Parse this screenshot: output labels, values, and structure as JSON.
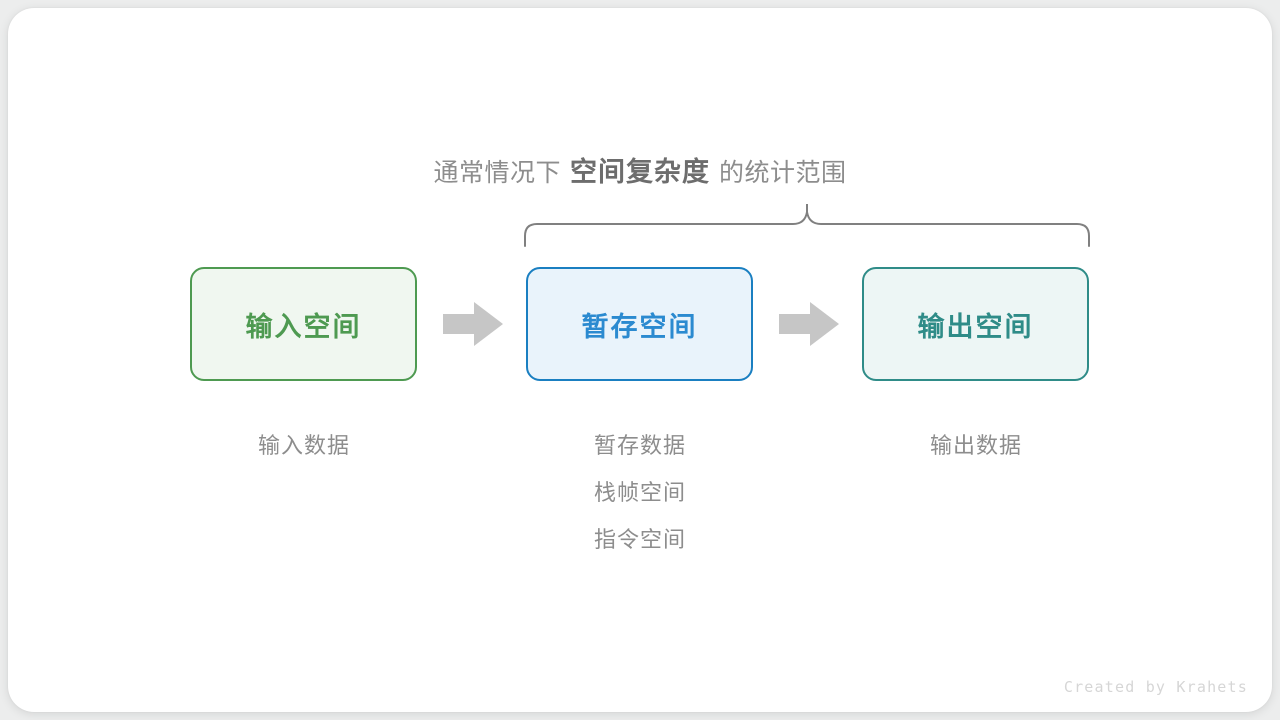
{
  "colors": {
    "page_background": "#eceded",
    "card_background": "#ffffff",
    "input_accent": "#4e9a51",
    "input_fill": "#f0f7f0",
    "temp_accent": "#1a7fc1",
    "temp_fill": "#e9f3fb",
    "output_accent": "#2f8c88",
    "output_fill": "#edf6f5",
    "arrow_gray": "#c6c6c6",
    "brace_gray": "#808080",
    "caption_gray": "#8d8d8d",
    "credit_gray": "#d6d6d6"
  },
  "heading": {
    "prefix": "通常情况下",
    "emphasis": "空间复杂度",
    "suffix": "的统计范围",
    "full_text": "通常情况下 空间复杂度 的统计范围"
  },
  "brace": {
    "name": "scope-brace",
    "spans": [
      "暂存空间",
      "输出空间"
    ],
    "orientation": "top"
  },
  "stages": [
    {
      "id": "input",
      "box_label": "输入空间",
      "captions": [
        "输入数据"
      ],
      "accent": "#4e9a51"
    },
    {
      "id": "temp",
      "box_label": "暂存空间",
      "captions": [
        "暂存数据",
        "栈帧空间",
        "指令空间"
      ],
      "accent": "#1a7fc1"
    },
    {
      "id": "output",
      "box_label": "输出空间",
      "captions": [
        "输出数据"
      ],
      "accent": "#2f8c88"
    }
  ],
  "arrows": [
    {
      "id": "arrow-input-to-temp",
      "glyph": "right-arrow"
    },
    {
      "id": "arrow-temp-to-output",
      "glyph": "right-arrow"
    }
  ],
  "credit": "Created by Krahets"
}
